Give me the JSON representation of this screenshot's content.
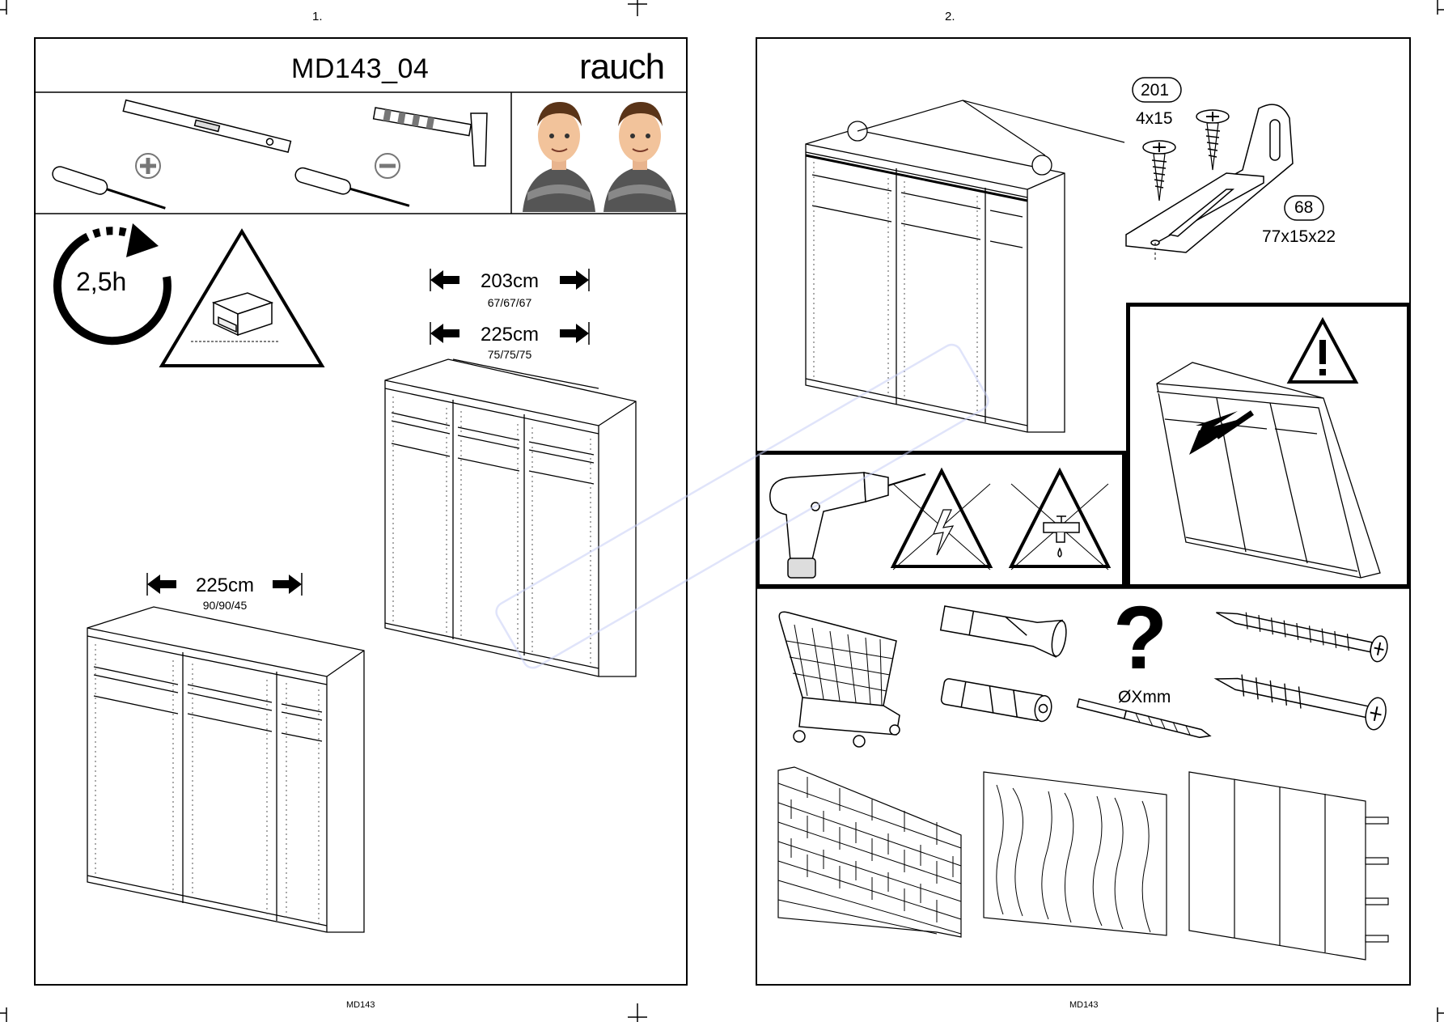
{
  "pages": [
    {
      "number": "1.",
      "footer": "MD143"
    },
    {
      "number": "2.",
      "footer": "MD143"
    }
  ],
  "page1": {
    "title": "MD143_04",
    "brand": "rauch",
    "duration": "2,5h",
    "tools": [
      "spirit-level-icon",
      "hammer-icon",
      "phillips-screwdriver-icon",
      "flat-screwdriver-icon"
    ],
    "dimensions": [
      {
        "main": "203cm",
        "sub": "67/67/67"
      },
      {
        "main": "225cm",
        "sub": "75/75/75"
      },
      {
        "main": "225cm",
        "sub": "90/90/45"
      }
    ]
  },
  "page2": {
    "parts": [
      {
        "id": "201",
        "size": "4x15"
      },
      {
        "id": "68",
        "size": "77x15x22"
      }
    ],
    "drill_label": "ØXmm",
    "question": "?"
  }
}
